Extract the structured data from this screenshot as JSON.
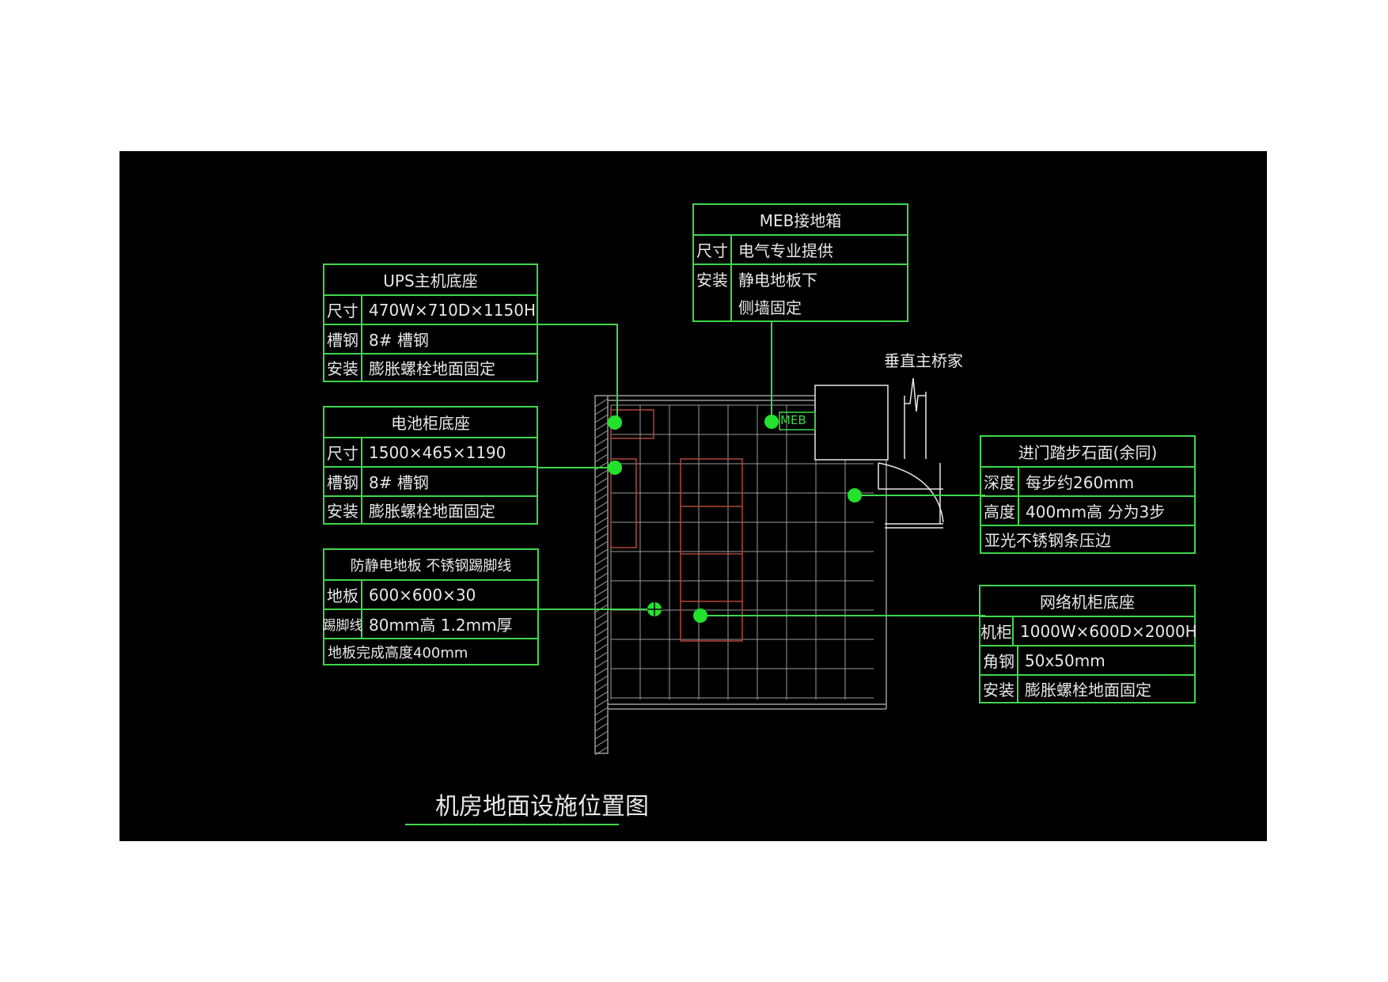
{
  "drawing_title": "机房地面设施位置图",
  "vertical_tray_label": "垂直主桥家",
  "meb_tag": "MEB",
  "tables": {
    "ups": {
      "header": "UPS主机底座",
      "rows": [
        {
          "k": "尺寸",
          "v": "470W×710D×1150H"
        },
        {
          "k": "槽钢",
          "v": "8#  槽钢"
        },
        {
          "k": "安装",
          "v": "膨胀螺栓地面固定"
        }
      ]
    },
    "battery": {
      "header": "电池柜底座",
      "rows": [
        {
          "k": "尺寸",
          "v": "1500×465×1190"
        },
        {
          "k": "槽钢",
          "v": "8#  槽钢"
        },
        {
          "k": "安装",
          "v": "膨胀螺栓地面固定"
        }
      ]
    },
    "floor": {
      "header": "防静电地板 不锈钢踢脚线",
      "rows": [
        {
          "k": "地板",
          "v": "600×600×30"
        },
        {
          "k": "踢脚线",
          "v": "80mm高 1.2mm厚"
        }
      ],
      "footer": "地板完成高度400mm"
    },
    "meb": {
      "header": "MEB接地箱",
      "rows": [
        {
          "k": "尺寸",
          "v": "电气专业提供"
        },
        {
          "k": "安装",
          "v": "静电地板下"
        },
        {
          "k": "",
          "v": "侧墙固定"
        }
      ]
    },
    "step": {
      "header": "进门踏步石面(余同)",
      "rows": [
        {
          "k": "深度",
          "v": "每步约260mm"
        },
        {
          "k": "高度",
          "v": "400mm高 分为3步"
        }
      ],
      "footer": "亚光不锈钢条压边"
    },
    "rack": {
      "header": "网络机柜底座",
      "rows": [
        {
          "k": "机柜",
          "v": "1000W×600D×2000H"
        },
        {
          "k": "角钢",
          "v": "50x50mm"
        },
        {
          "k": "安装",
          "v": "膨胀螺栓地面固定"
        }
      ]
    }
  },
  "colors": {
    "background": "#000000",
    "line_green": "#3fd64a",
    "dot_green": "#22e22c",
    "wall_gray": "#9a9a9a",
    "equipment_red": "#b0463c",
    "text_white": "#e8e8e8"
  }
}
